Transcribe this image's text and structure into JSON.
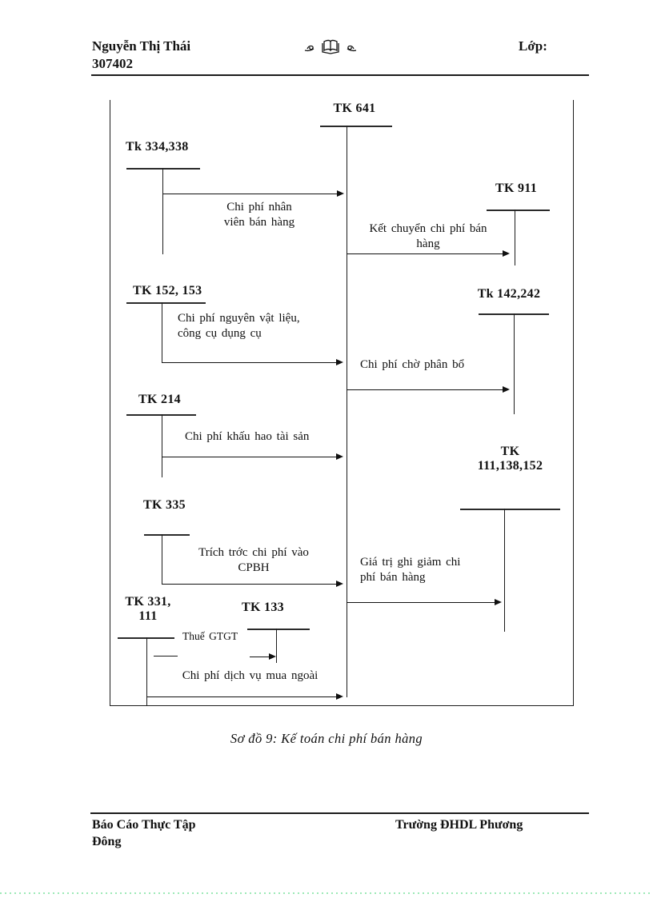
{
  "header": {
    "author_name": "Nguyễn Thị Thái",
    "author_id": "307402",
    "class_label": "Lớp:",
    "ornament_icon": "open-book-flourish"
  },
  "diagram": {
    "accounts": {
      "tk641": "TK 641",
      "tk334": "Tk 334,338",
      "tk911": "TK 911",
      "tk152": "TK 152, 153",
      "tk142": "Tk 142,242",
      "tk214": "TK 214",
      "tk111_line1": "TK",
      "tk111_line2": "111,138,152",
      "tk335": "TK 335",
      "tk331_line1": "TK 331,",
      "tk331_line2": "111",
      "tk133": "TK 133"
    },
    "flows": {
      "nhan_vien_line1": "Chi phí nhân",
      "nhan_vien_line2": "viên bán hàng",
      "ket_chuyen_line1": "Kết chuyển chi phí bán",
      "ket_chuyen_line2": "hàng",
      "nguyen_vat_lieu_line1": "Chi phí nguyên vật liệu,",
      "nguyen_vat_lieu_line2": "công cụ dụng cụ",
      "cho_phan_bo": "Chi phí chờ phân bổ",
      "khau_hao": "Chi phí khấu hao tài sản",
      "ghi_giam_line1": "Giá trị ghi giảm chi",
      "ghi_giam_line2": "phí bán hàng",
      "trich_truoc_line1": "Trích trớc  chi phí vào",
      "trich_truoc_line2": "CPBH",
      "thue_gtgt": "Thuế GTGT",
      "dich_vu": "Chi phí dịch vụ mua ngoài"
    },
    "caption": "Sơ đồ 9: Kế toán chi phí bán hàng"
  },
  "footer": {
    "left_line1": "Báo Cáo Thực Tập",
    "left_line2": "Đông",
    "right": "Trường ĐHDL Phương"
  },
  "colors": {
    "ink": "#1c1c1c",
    "bottom_dots": "#9ce9b6"
  }
}
